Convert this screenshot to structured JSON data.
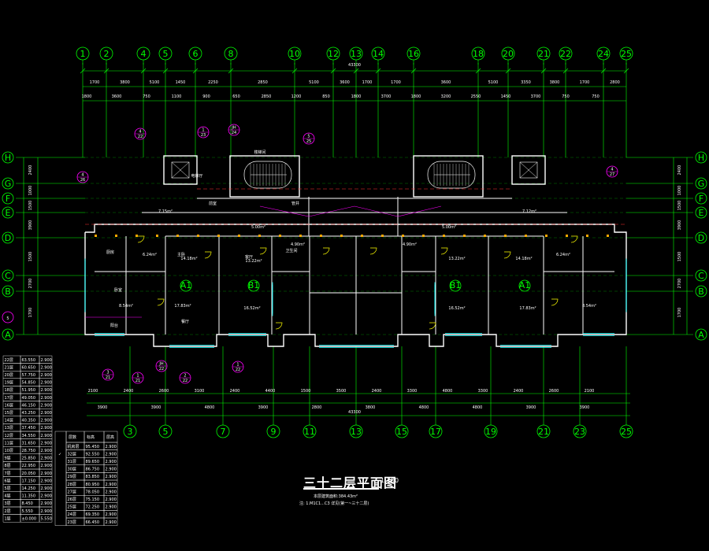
{
  "drawing": {
    "title": "三十二层平面图",
    "scale": "1:100",
    "area_note": "本层建筑面积:384.43m²",
    "note": "注: 1.M1C1...C3 详见(第一~三十二层)"
  },
  "axes": {
    "top": [
      "1",
      "2",
      "4",
      "5",
      "6",
      "8",
      "10",
      "12",
      "13",
      "14",
      "16",
      "18",
      "20",
      "21",
      "22",
      "24",
      "25"
    ],
    "bottom": [
      "3",
      "5",
      "7",
      "9",
      "11",
      "13",
      "15",
      "17",
      "19",
      "21",
      "23",
      "25"
    ],
    "rows": [
      "H",
      "G",
      "F",
      "E",
      "D",
      "C",
      "B",
      "A"
    ]
  },
  "top_dimensions": {
    "overall": "43300",
    "row1": [
      "1700",
      "3800",
      "5100",
      "1450",
      "2250",
      "2850",
      "5100",
      "3600",
      "1700",
      "1700",
      "3600",
      "5100",
      "3350",
      "3800",
      "1700",
      "2800"
    ],
    "row2": [
      "1800",
      "3600",
      "750",
      "1100",
      "900",
      "650",
      "2850",
      "1200",
      "850",
      "1800",
      "3700",
      "1800",
      "3200",
      "2550",
      "1450",
      "3700",
      "750",
      "750"
    ]
  },
  "bottom_dimensions": {
    "overall": "43300",
    "row1": [
      "3900",
      "3900",
      "4800",
      "3900",
      "2800",
      "3800",
      "4800",
      "4800",
      "3900",
      "3900"
    ],
    "row2": [
      "2100",
      "2400",
      "2600",
      "3100",
      "2400",
      "4400",
      "1500",
      "3500",
      "2400",
      "3300",
      "4800",
      "3300",
      "2400",
      "2600",
      "2100"
    ]
  },
  "side_dimensions": {
    "left": [
      "2400",
      "1000",
      "1500",
      "3900",
      "1500",
      "2700",
      "1700"
    ],
    "right": [
      "2400",
      "1000",
      "1500",
      "3900",
      "1500",
      "2700",
      "1700"
    ]
  },
  "room_labels": [
    {
      "t": "A1"
    },
    {
      "t": "B1"
    },
    {
      "t": "B1"
    },
    {
      "t": "A1"
    }
  ],
  "room_areas": [
    "14.18m²",
    "13.22m²",
    "17.83m²",
    "16.52m²",
    "8.54m²",
    "6.24m²",
    "13.22m²",
    "14.18m²",
    "16.52m²",
    "17.83m²",
    "8.54m²",
    "6.24m²",
    "4.90m²",
    "4.90m²",
    "7.15m²",
    "7.12m²",
    "5.00m²",
    "5.00m²"
  ],
  "unit_labels": [
    "主卧",
    "客厅",
    "餐厅",
    "卧室",
    "卫生间",
    "厨房",
    "阳台",
    "电梯厅",
    "楼梯间",
    "前室",
    "管井"
  ],
  "height_table": {
    "left": [
      [
        "22层",
        "63.550",
        "2.900"
      ],
      [
        "21层",
        "60.650",
        "2.900"
      ],
      [
        "20层",
        "57.750",
        "2.900"
      ],
      [
        "19层",
        "54.850",
        "2.900"
      ],
      [
        "18层",
        "51.950",
        "2.900"
      ],
      [
        "17层",
        "49.050",
        "2.900"
      ],
      [
        "16层",
        "46.150",
        "2.900"
      ],
      [
        "15层",
        "43.250",
        "2.900"
      ],
      [
        "14层",
        "40.350",
        "2.900"
      ],
      [
        "13层",
        "37.450",
        "2.900"
      ],
      [
        "12层",
        "34.550",
        "2.900"
      ],
      [
        "11层",
        "31.650",
        "2.900"
      ],
      [
        "10层",
        "28.750",
        "2.900"
      ],
      [
        "9层",
        "25.850",
        "2.900"
      ],
      [
        "8层",
        "22.950",
        "2.900"
      ],
      [
        "7层",
        "20.050",
        "2.900"
      ],
      [
        "6层",
        "17.150",
        "2.900"
      ],
      [
        "5层",
        "14.250",
        "2.900"
      ],
      [
        "4层",
        "11.350",
        "2.900"
      ],
      [
        "3层",
        "8.450",
        "2.900"
      ],
      [
        "2层",
        "5.550",
        "2.900"
      ],
      [
        "1层",
        "±0.000",
        "5.550"
      ]
    ],
    "right_header": [
      "层数",
      "标高",
      "层高"
    ],
    "right": [
      [
        "机房层",
        "95.450",
        "2.900"
      ],
      [
        "32层",
        "92.550",
        "2.900"
      ],
      [
        "31层",
        "89.650",
        "2.900"
      ],
      [
        "30层",
        "86.750",
        "2.900"
      ],
      [
        "29层",
        "83.850",
        "2.900"
      ],
      [
        "28层",
        "80.950",
        "2.900"
      ],
      [
        "27层",
        "78.050",
        "2.900"
      ],
      [
        "26层",
        "75.150",
        "2.900"
      ],
      [
        "25层",
        "72.250",
        "2.900"
      ],
      [
        "24层",
        "69.350",
        "2.900"
      ],
      [
        "23层",
        "66.450",
        "2.900"
      ]
    ],
    "check_mark": "✓"
  },
  "colors": {
    "axis": "#00ff00",
    "wall": "#ffffff",
    "window": "#00ffff",
    "door": "#ffff00",
    "detail": "#ff00ff",
    "dash": "#ff3030",
    "accent": "#ffaa00"
  }
}
